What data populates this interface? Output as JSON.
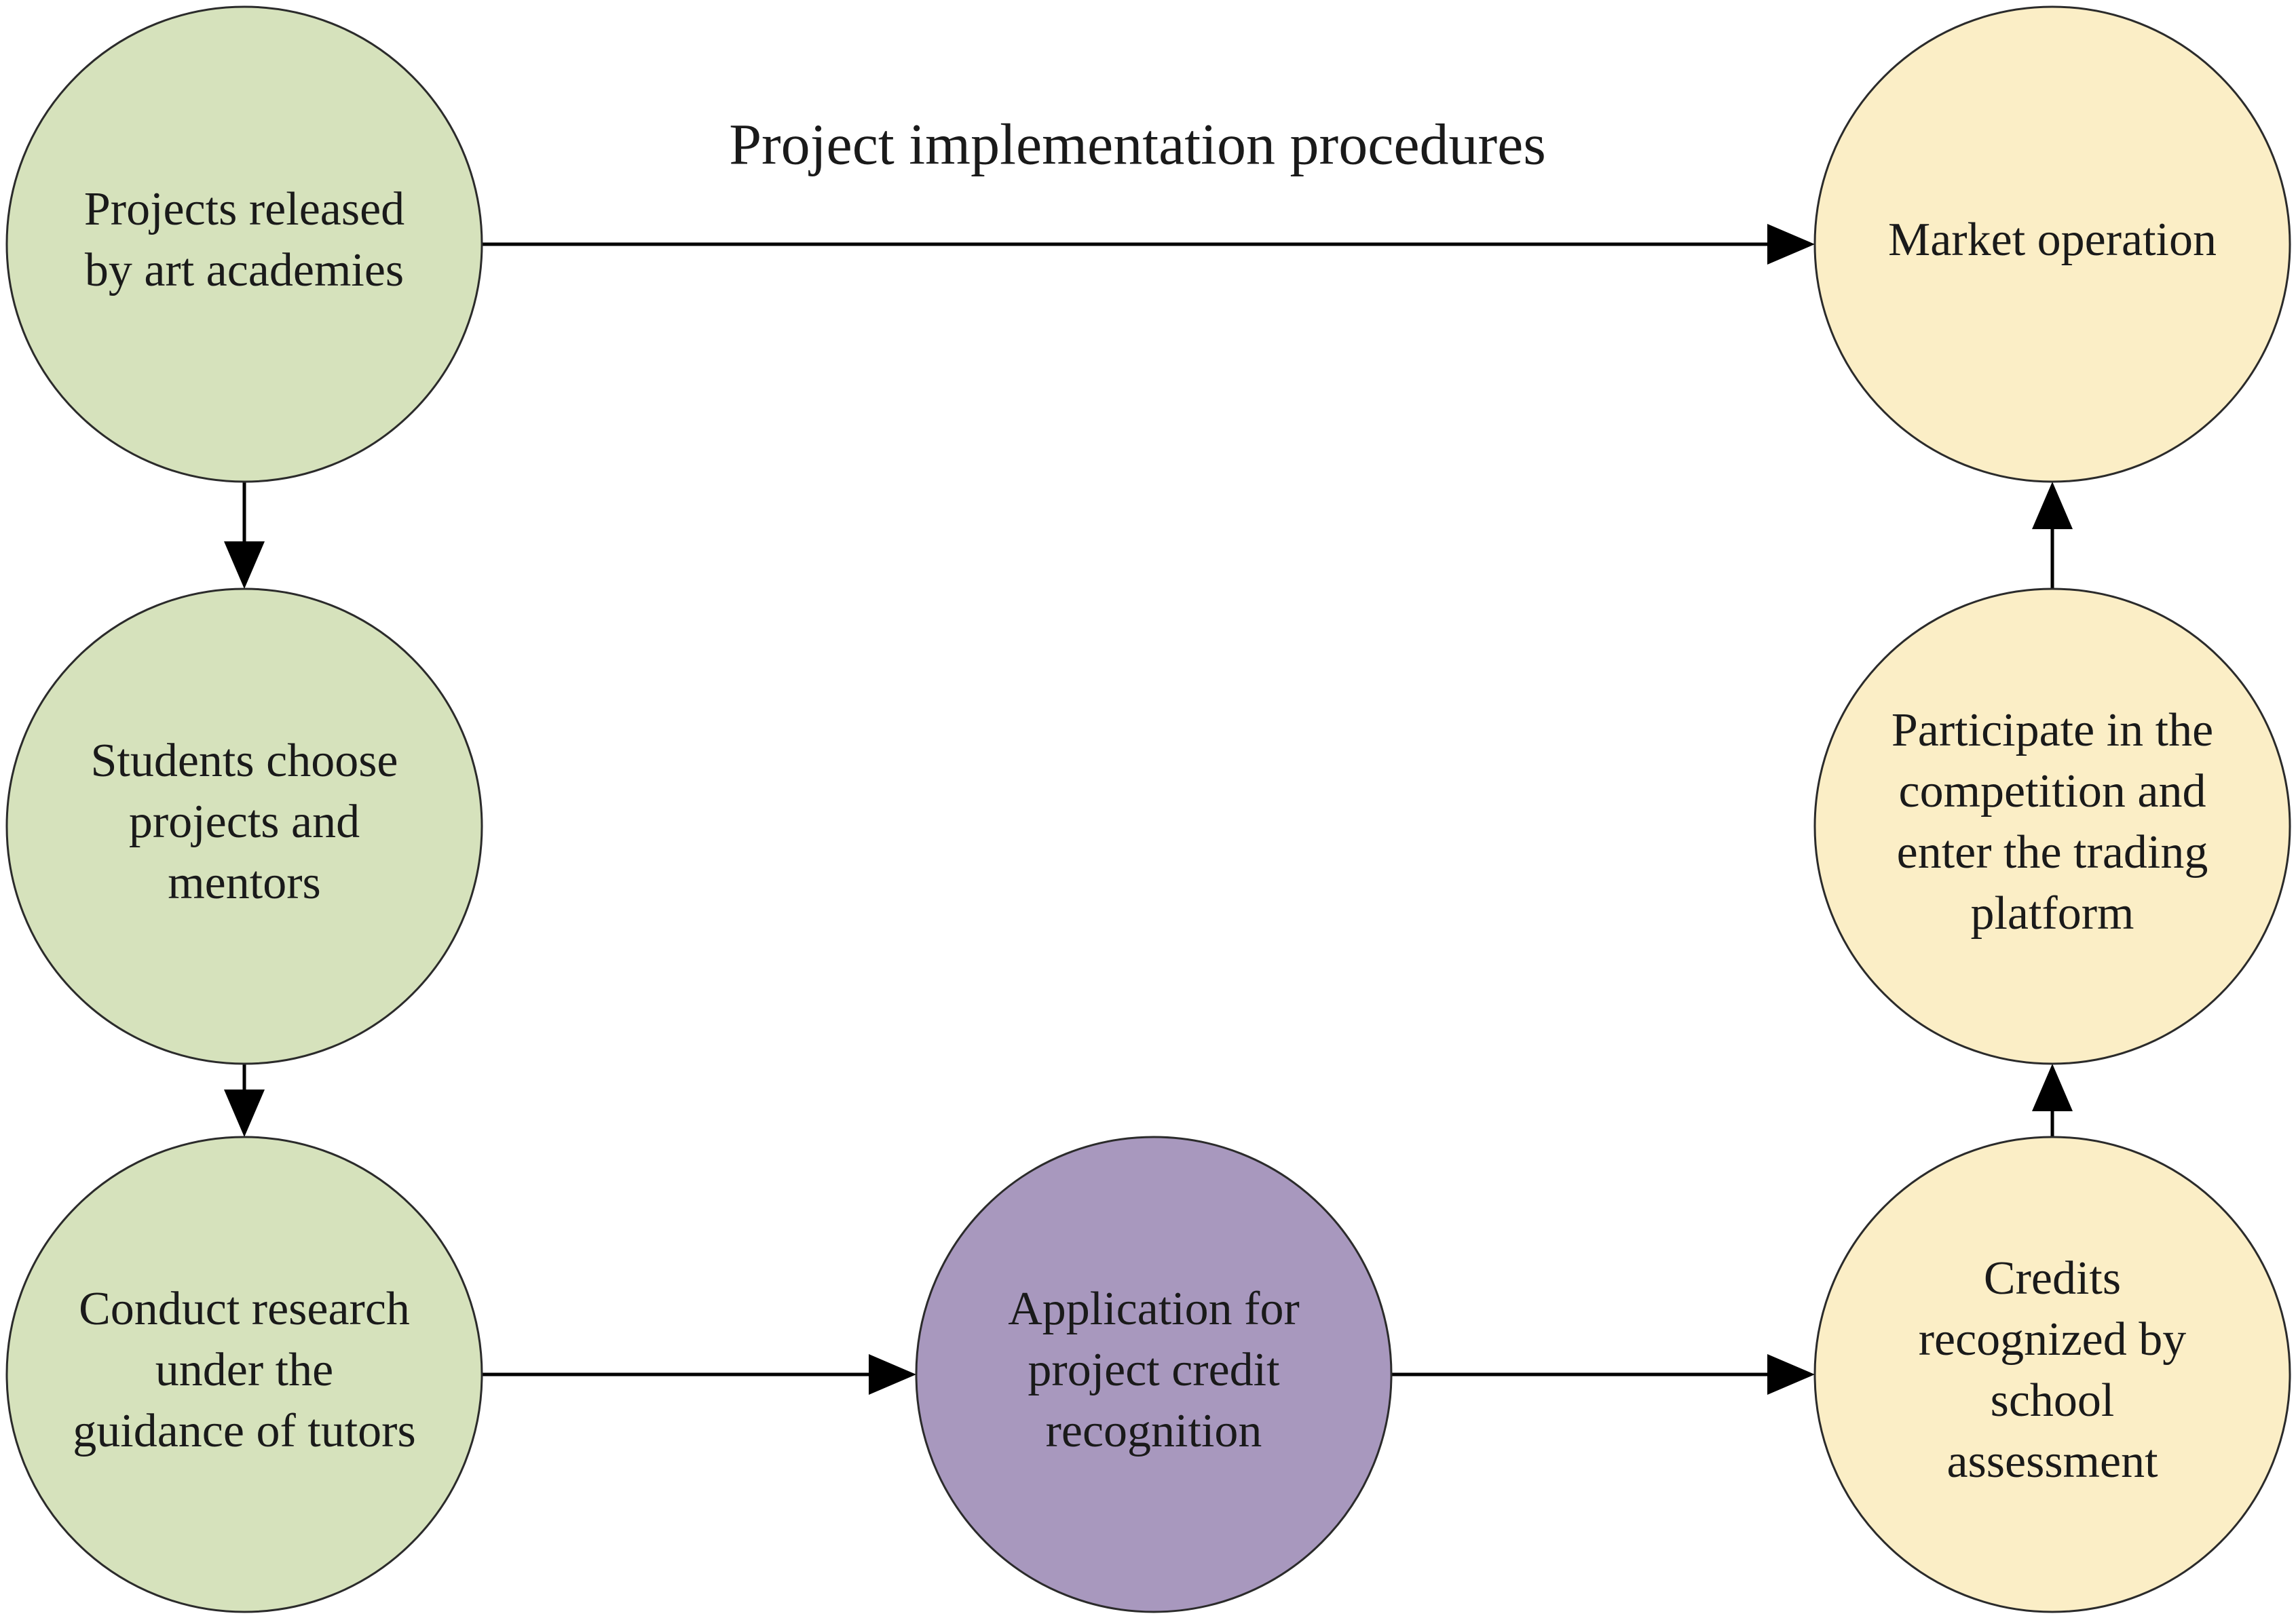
{
  "title": "Project implementation procedures",
  "colors": {
    "academy_green": "#d6e2bc",
    "market_yellow": "#fbeec6",
    "application_purple": "#a898be",
    "outline": "#2b2b2b",
    "arrow": "#000000"
  },
  "nodes": [
    {
      "id": "projects-released",
      "lines": [
        "Projects released",
        "by art academies"
      ],
      "color": "academy_green"
    },
    {
      "id": "students-choose",
      "lines": [
        "Students choose",
        "projects and",
        "mentors"
      ],
      "color": "academy_green"
    },
    {
      "id": "conduct-research",
      "lines": [
        "Conduct research",
        "under the",
        "guidance of tutors"
      ],
      "color": "academy_green"
    },
    {
      "id": "application-credit",
      "lines": [
        "Application for",
        "project credit",
        "recognition"
      ],
      "color": "application_purple"
    },
    {
      "id": "credits-recognized",
      "lines": [
        "Credits",
        "recognized by",
        "school",
        "assessment"
      ],
      "color": "market_yellow"
    },
    {
      "id": "participate-competition",
      "lines": [
        "Participate in the",
        "competition and",
        "enter the trading",
        "platform"
      ],
      "color": "market_yellow"
    },
    {
      "id": "market-operation",
      "lines": [
        "Market operation"
      ],
      "color": "market_yellow"
    }
  ],
  "edges": [
    {
      "from": "projects-released",
      "to": "market-operation"
    },
    {
      "from": "projects-released",
      "to": "students-choose"
    },
    {
      "from": "students-choose",
      "to": "conduct-research"
    },
    {
      "from": "conduct-research",
      "to": "application-credit"
    },
    {
      "from": "application-credit",
      "to": "credits-recognized"
    },
    {
      "from": "credits-recognized",
      "to": "participate-competition"
    },
    {
      "from": "participate-competition",
      "to": "market-operation"
    }
  ]
}
